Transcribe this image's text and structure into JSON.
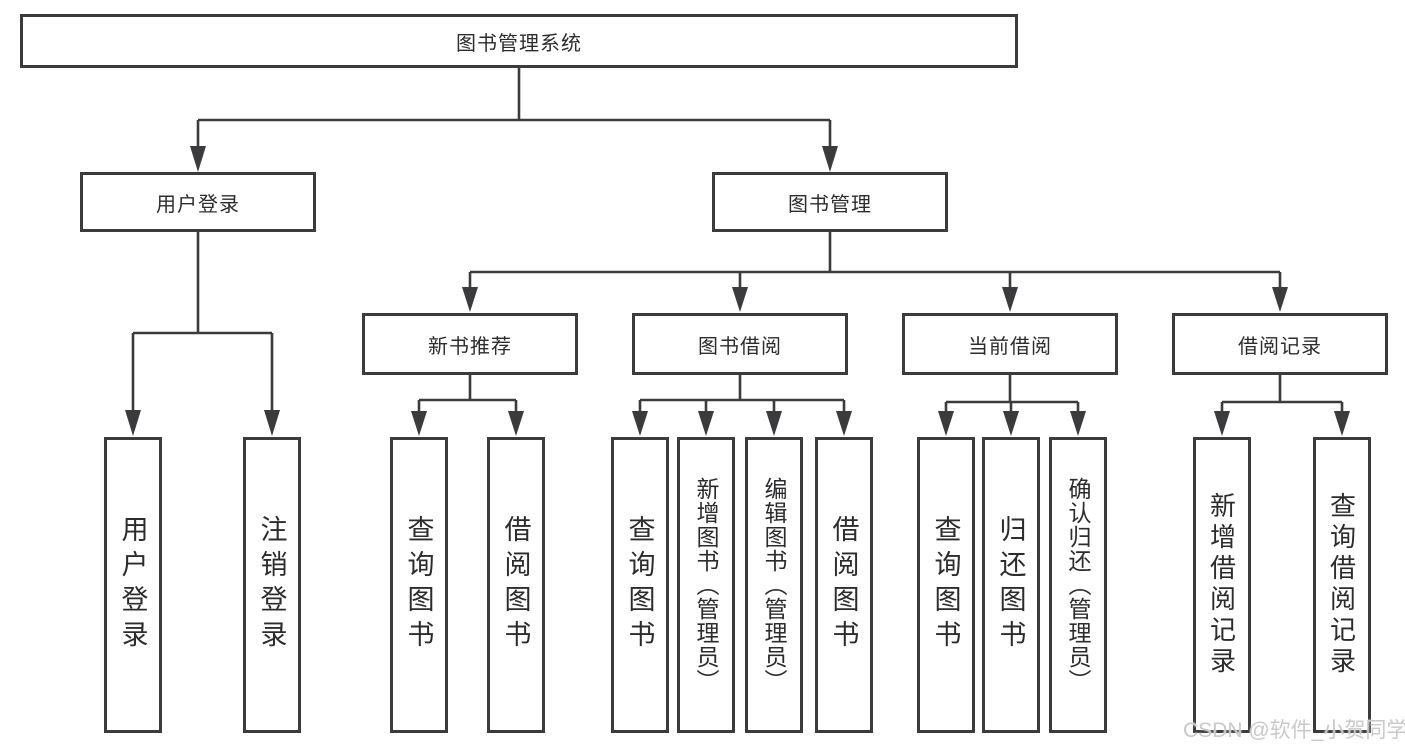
{
  "diagram": {
    "root": {
      "label": "图书管理系统"
    },
    "level2": [
      {
        "id": "user-login",
        "label": "用户登录"
      },
      {
        "id": "book-management",
        "label": "图书管理"
      }
    ],
    "level3": [
      {
        "id": "new-book-recommend",
        "label": "新书推荐",
        "parent": "图书管理"
      },
      {
        "id": "book-borrowing",
        "label": "图书借阅",
        "parent": "图书管理"
      },
      {
        "id": "current-borrowing",
        "label": "当前借阅",
        "parent": "图书管理"
      },
      {
        "id": "borrowing-records",
        "label": "借阅记录",
        "parent": "图书管理"
      }
    ],
    "leaves": [
      {
        "id": "user-login-leaf",
        "label": "用户登录",
        "parent": "用户登录"
      },
      {
        "id": "logout",
        "label": "注销登录",
        "parent": "用户登录"
      },
      {
        "id": "query-books-recommend",
        "label": "查询图书",
        "parent": "新书推荐"
      },
      {
        "id": "borrow-books-recommend",
        "label": "借阅图书",
        "parent": "新书推荐"
      },
      {
        "id": "query-books-borrowing",
        "label": "查询图书",
        "parent": "图书借阅"
      },
      {
        "id": "add-book-admin",
        "label": "新增图书（管理员）",
        "parent": "图书借阅"
      },
      {
        "id": "edit-book-admin",
        "label": "编辑图书（管理员）",
        "parent": "图书借阅"
      },
      {
        "id": "borrow-books-borrowing",
        "label": "借阅图书",
        "parent": "图书借阅"
      },
      {
        "id": "query-books-current",
        "label": "查询图书",
        "parent": "当前借阅"
      },
      {
        "id": "return-books",
        "label": "归还图书",
        "parent": "当前借阅"
      },
      {
        "id": "confirm-return-admin",
        "label": "确认归还（管理员）",
        "parent": "当前借阅"
      },
      {
        "id": "add-borrow-record",
        "label": "新增借阅记录",
        "parent": "借阅记录"
      },
      {
        "id": "query-borrow-record",
        "label": "查询借阅记录",
        "parent": "借阅记录"
      }
    ],
    "colors": {
      "line": "#3b3b3d",
      "text": "#2c2c2e",
      "background": "#ffffff",
      "watermark": "#c9c9c9"
    }
  },
  "watermark": {
    "text": "CSDN @软件_小贺同学"
  }
}
